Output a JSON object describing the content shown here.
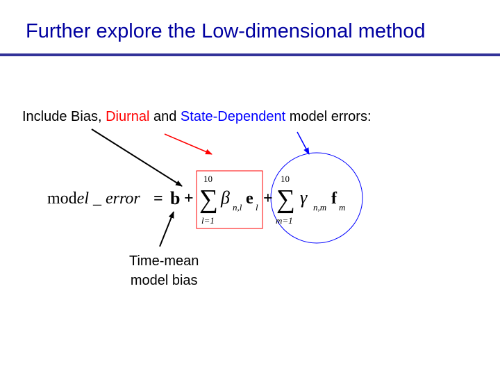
{
  "title": "Further explore the Low-dimensional method",
  "intro": {
    "prefix": "Include Bias, ",
    "diurnal": "Diurnal",
    "and": " and ",
    "state_dependent": "State-Dependent",
    "suffix": " model errors:"
  },
  "equation": {
    "lhs_upright": "mod",
    "lhs_italic": "el _ error",
    "equals": "=",
    "bias": "b",
    "plus": "+",
    "sum_symbol": "∑",
    "diurnal_upper": "10",
    "diurnal_lower": "l=1",
    "beta": "β",
    "beta_sub": "n,l",
    "e": "e",
    "e_sub": "l",
    "state_upper": "10",
    "state_lower": "m=1",
    "gamma": "γ",
    "gamma_sub": "n,m",
    "f": "f",
    "f_sub": "m"
  },
  "label": {
    "line1": "Time-mean",
    "line2": "model bias"
  },
  "colors": {
    "title": "#0000a0",
    "rule": "#333399",
    "diurnal": "#ff0000",
    "state": "#0000ff"
  }
}
